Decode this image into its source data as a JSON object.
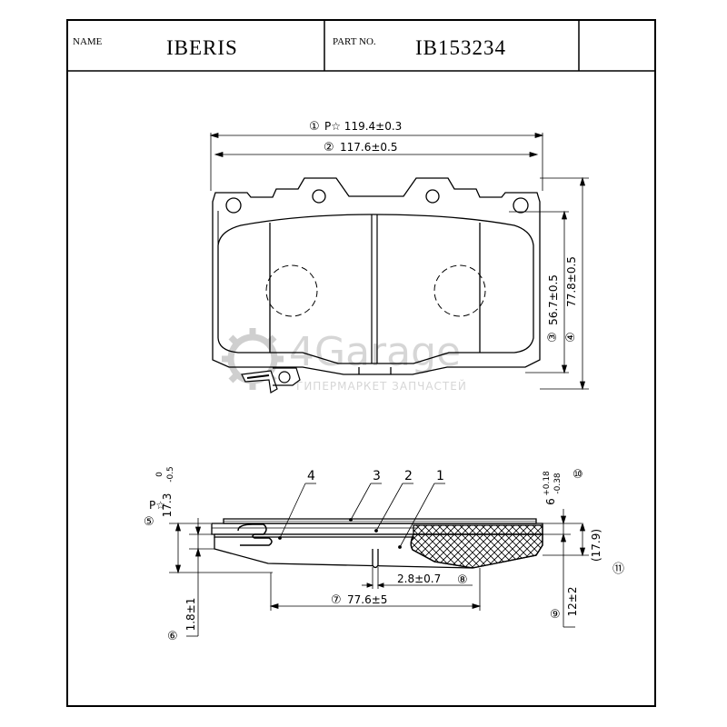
{
  "header": {
    "name_label": "NAME",
    "name_value": "IBERIS",
    "part_label": "PART NO.",
    "part_value": "IB153234"
  },
  "watermark": {
    "brand": "4Garage",
    "tagline": "ГИПЕРМАРКЕТ ЗАПЧАСТЕЙ"
  },
  "dimensions": {
    "d1_marker": "①",
    "d1_text": "P☆ 119.4±0.3",
    "d2_marker": "②",
    "d2_text": "117.6±0.5",
    "d3_marker": "③",
    "d3_text": "56.7±0.5",
    "d4_marker": "④",
    "d4_text": "77.8±0.5",
    "d5_marker": "⑤",
    "d5_prefix": "P☆",
    "d5_text": "17.3",
    "d5_tol_upper": "0",
    "d5_tol_lower": "-0.5",
    "d6_marker": "⑥",
    "d6_text": "1.8±1",
    "d7_marker": "⑦",
    "d7_text": "77.6±5",
    "d8_marker": "⑧",
    "d8_text": "2.8±0.7",
    "d9_marker": "⑨",
    "d9_text": "12±2",
    "d10_marker": "⑩",
    "d10_text": "6",
    "d10_tol_upper": "+0.18",
    "d10_tol_lower": "-0.38",
    "d11_marker": "⑪",
    "d11_text": "(17.9)"
  },
  "callouts": {
    "c1": "1",
    "c2": "2",
    "c3": "3",
    "c4": "4"
  },
  "colors": {
    "line": "#000000",
    "watermark": "#c8c8c8"
  }
}
